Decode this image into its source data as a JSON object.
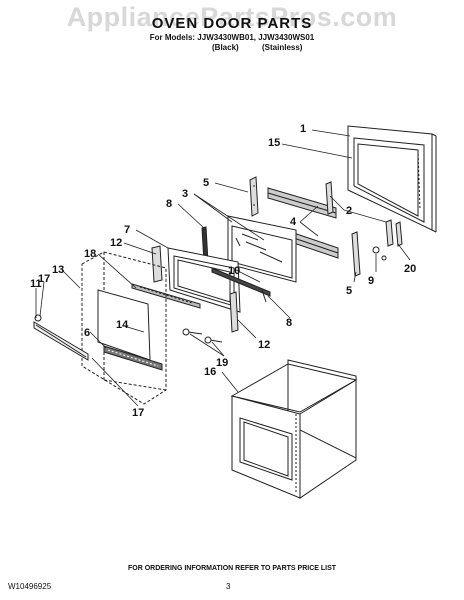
{
  "watermark": "AppliancePartsPros.com",
  "header": {
    "title": "OVEN DOOR PARTS",
    "models_line": "For Models: JJW3430WB01, JJW3430WS01",
    "variant_black": "(Black)",
    "variant_stainless": "(Stainless)"
  },
  "footer": {
    "ordering_note": "FOR ORDERING INFORMATION REFER TO PARTS PRICE LIST",
    "document_number": "W10496925",
    "page_number": "3"
  },
  "part_labels": [
    "1",
    "15",
    "5",
    "3",
    "2",
    "8",
    "7",
    "4",
    "12",
    "18",
    "10",
    "20",
    "9",
    "5",
    "17",
    "13",
    "11",
    "14",
    "6",
    "8",
    "12",
    "19",
    "16",
    "17"
  ]
}
